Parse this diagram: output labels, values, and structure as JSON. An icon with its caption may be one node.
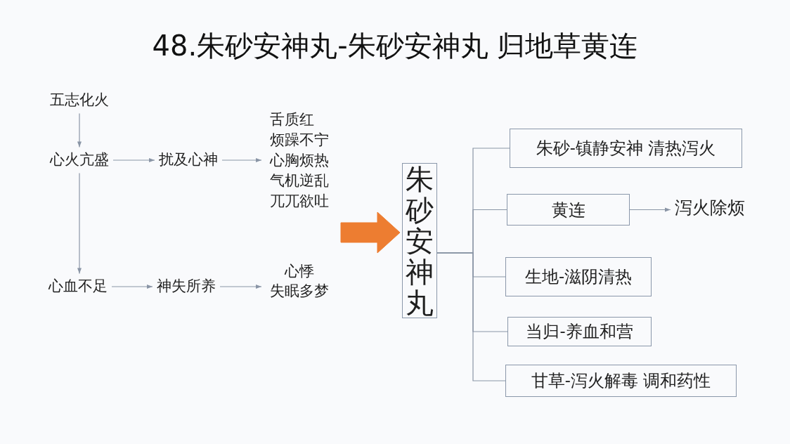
{
  "diagram": {
    "title": "48.朱砂安神丸-朱砂安神丸 归地草黄连",
    "nodes": [
      {
        "text": [
          "五志化火"
        ]
      },
      {
        "text": [
          "心火亢盛"
        ]
      },
      {
        "text": [
          "扰及心神"
        ]
      },
      {
        "text": [
          "舌质红",
          "烦躁不宁",
          "心胸烦热",
          "气机逆乱",
          "兀兀欲吐"
        ]
      },
      {
        "text": [
          "心血不足"
        ]
      },
      {
        "text": [
          "神失所养"
        ]
      },
      {
        "text": [
          "心悸",
          "失眠多梦"
        ]
      },
      {
        "text": [
          "朱砂安神丸"
        ]
      },
      {
        "text": [
          "朱砂-镇静安神 清热泻火"
        ]
      },
      {
        "text": [
          "黄连"
        ]
      },
      {
        "text": [
          "泻火除烦"
        ]
      },
      {
        "text": [
          "生地-滋阴清热"
        ]
      },
      {
        "text": [
          "当归-养血和营"
        ]
      },
      {
        "text": [
          "甘草-泻火解毒 调和药性"
        ]
      }
    ],
    "edges": [
      {
        "from": 0,
        "to": 1,
        "arrow": "to"
      },
      {
        "from": 1,
        "to": 2,
        "arrow": "to"
      },
      {
        "from": 2,
        "to": 3,
        "arrow": "to"
      },
      {
        "from": 1,
        "to": 4,
        "arrow": "to"
      },
      {
        "from": 4,
        "to": 5,
        "arrow": "to"
      },
      {
        "from": 5,
        "to": 6,
        "arrow": "to"
      },
      {
        "from": null,
        "to": 7,
        "arrow": "to",
        "style": "thick",
        "color": "#ed7d31"
      },
      {
        "from": 7,
        "to": 8,
        "arrow": "none"
      },
      {
        "from": 7,
        "to": 9,
        "arrow": "none"
      },
      {
        "from": 7,
        "to": 11,
        "arrow": "none"
      },
      {
        "from": 7,
        "to": 12,
        "arrow": "none"
      },
      {
        "from": 7,
        "to": 13,
        "arrow": "none"
      },
      {
        "from": 9,
        "to": 10,
        "arrow": "to"
      }
    ]
  }
}
